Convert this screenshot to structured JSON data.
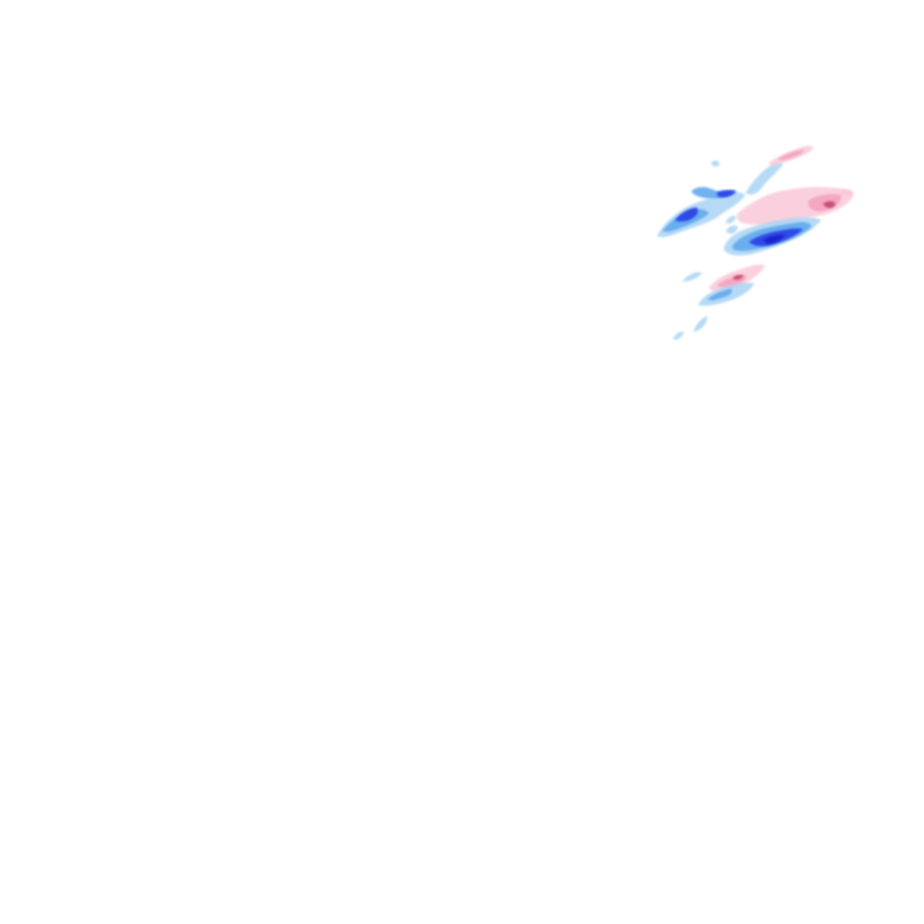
{
  "layer": {
    "type": "precipitation-radar-overlay",
    "background_color": "#ffffff"
  },
  "legend_colors": {
    "rain_light": "#a9d4f5",
    "rain_medium": "#5fa8ee",
    "rain_heavy": "#2a3fe6",
    "rain_very_heavy": "#1b1fc9",
    "mixed_light": "#f9c8d8",
    "mixed_medium": "#f3a3bd",
    "mixed_heavy": "#c2456f"
  },
  "echo_cells": [
    {
      "id": "cell-west-band",
      "precip_type": "rain",
      "intensity_levels": [
        "light",
        "medium",
        "heavy"
      ]
    },
    {
      "id": "cell-north-streak",
      "precip_type": "mixed",
      "intensity_levels": [
        "light",
        "medium"
      ]
    },
    {
      "id": "cell-east-band",
      "precip_type": "mixed",
      "intensity_levels": [
        "light",
        "medium",
        "heavy"
      ]
    },
    {
      "id": "cell-central-core",
      "precip_type": "rain",
      "intensity_levels": [
        "light",
        "medium",
        "heavy",
        "very_heavy"
      ]
    },
    {
      "id": "cell-south-band",
      "precip_type": "mixed",
      "intensity_levels": [
        "light",
        "medium",
        "heavy"
      ]
    },
    {
      "id": "cell-south-rain",
      "precip_type": "rain",
      "intensity_levels": [
        "light",
        "medium"
      ]
    },
    {
      "id": "cell-tail-fragments",
      "precip_type": "rain",
      "intensity_levels": [
        "light"
      ]
    }
  ]
}
